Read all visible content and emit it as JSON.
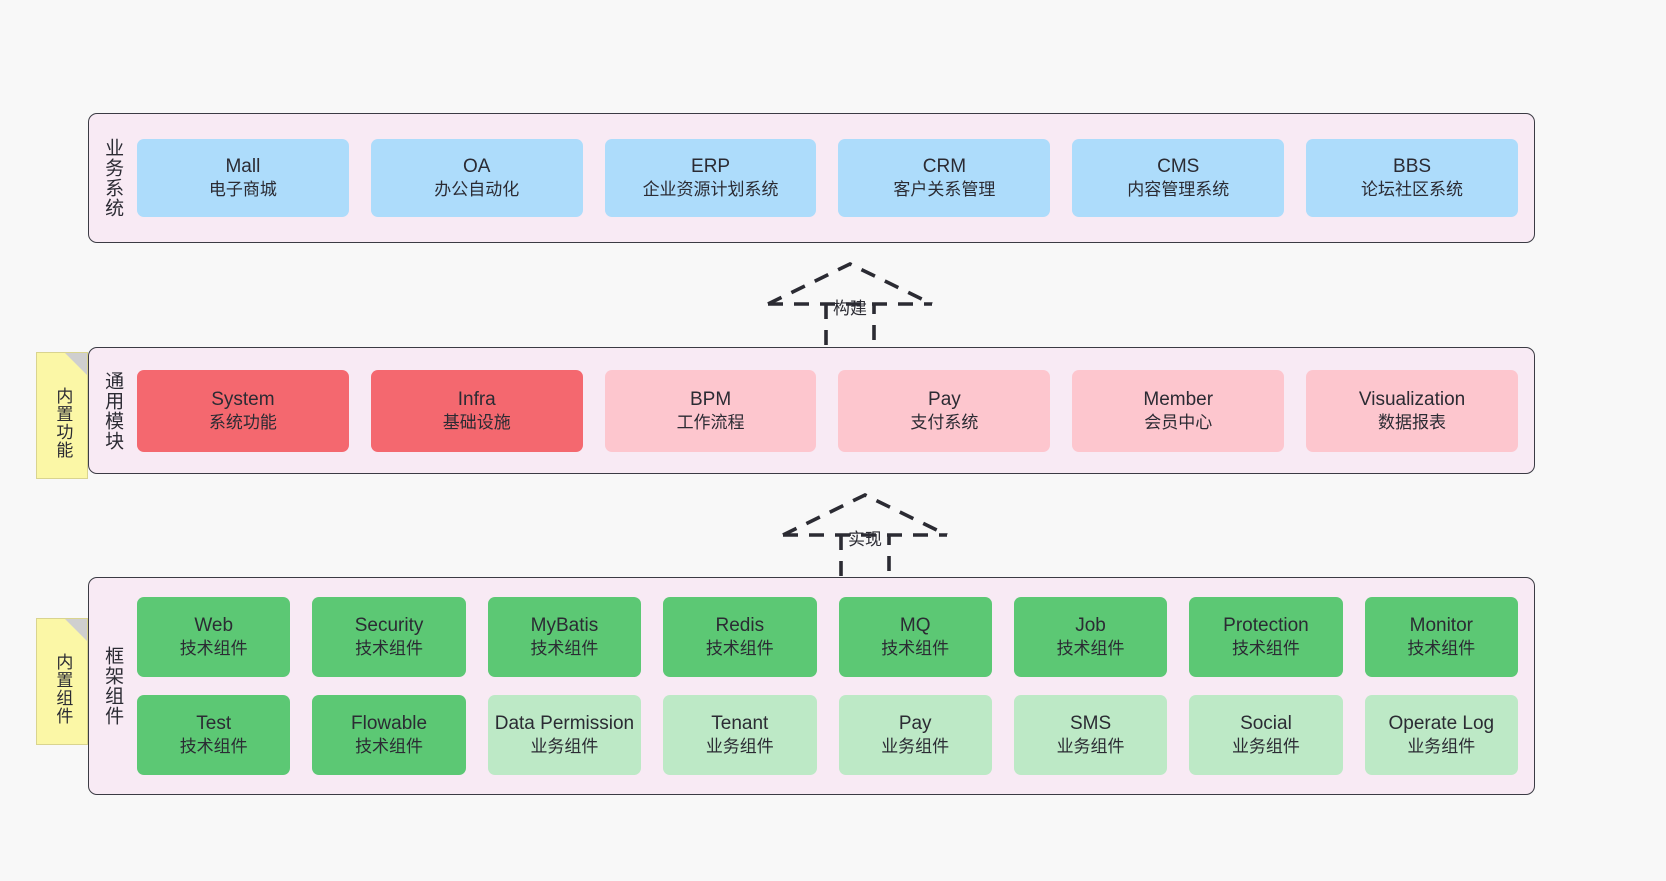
{
  "diagram": {
    "background": "#f8f8f8",
    "band_fill": "#f8eaf4",
    "band_border": "#3b3b44",
    "colors": {
      "business": "#addcfb",
      "module_active": "#f4686f",
      "module_plain": "#fdc6ce",
      "tech_component": "#5cc874",
      "business_component": "#bde9c6",
      "note": "#fbf7a6",
      "note_fold": "#cfcfcf"
    }
  },
  "layers": {
    "business": {
      "caption": "业务系统",
      "nodes": [
        {
          "title": "Mall",
          "sub": "电子商城",
          "color": "c-blue"
        },
        {
          "title": "OA",
          "sub": "办公自动化",
          "color": "c-blue"
        },
        {
          "title": "ERP",
          "sub": "企业资源计划系统",
          "color": "c-blue"
        },
        {
          "title": "CRM",
          "sub": "客户关系管理",
          "color": "c-blue"
        },
        {
          "title": "CMS",
          "sub": "内容管理系统",
          "color": "c-blue"
        },
        {
          "title": "BBS",
          "sub": "论坛社区系统",
          "color": "c-blue"
        }
      ]
    },
    "modules": {
      "caption": "通用模块",
      "note": "内置功能",
      "nodes": [
        {
          "title": "System",
          "sub": "系统功能",
          "color": "c-red"
        },
        {
          "title": "Infra",
          "sub": "基础设施",
          "color": "c-red"
        },
        {
          "title": "BPM",
          "sub": "工作流程",
          "color": "c-pink"
        },
        {
          "title": "Pay",
          "sub": "支付系统",
          "color": "c-pink"
        },
        {
          "title": "Member",
          "sub": "会员中心",
          "color": "c-pink"
        },
        {
          "title": "Visualization",
          "sub": "数据报表",
          "color": "c-pink"
        }
      ]
    },
    "framework": {
      "caption": "框架组件",
      "note": "内置组件",
      "row1": [
        {
          "title": "Web",
          "sub": "技术组件",
          "color": "c-green"
        },
        {
          "title": "Security",
          "sub": "技术组件",
          "color": "c-green"
        },
        {
          "title": "MyBatis",
          "sub": "技术组件",
          "color": "c-green"
        },
        {
          "title": "Redis",
          "sub": "技术组件",
          "color": "c-green"
        },
        {
          "title": "MQ",
          "sub": "技术组件",
          "color": "c-green"
        },
        {
          "title": "Job",
          "sub": "技术组件",
          "color": "c-green"
        },
        {
          "title": "Protection",
          "sub": "技术组件",
          "color": "c-green"
        },
        {
          "title": "Monitor",
          "sub": "技术组件",
          "color": "c-green"
        }
      ],
      "row2": [
        {
          "title": "Test",
          "sub": "技术组件",
          "color": "c-green"
        },
        {
          "title": "Flowable",
          "sub": "技术组件",
          "color": "c-green"
        },
        {
          "title": "Data Permission",
          "sub": "业务组件",
          "color": "c-lightgrn"
        },
        {
          "title": "Tenant",
          "sub": "业务组件",
          "color": "c-lightgrn"
        },
        {
          "title": "Pay",
          "sub": "业务组件",
          "color": "c-lightgrn"
        },
        {
          "title": "SMS",
          "sub": "业务组件",
          "color": "c-lightgrn"
        },
        {
          "title": "Social",
          "sub": "业务组件",
          "color": "c-lightgrn"
        },
        {
          "title": "Operate Log",
          "sub": "业务组件",
          "color": "c-lightgrn"
        }
      ]
    }
  },
  "connectors": [
    {
      "label": "构建",
      "from": "modules",
      "to": "business"
    },
    {
      "label": "实现",
      "from": "framework",
      "to": "modules"
    }
  ]
}
